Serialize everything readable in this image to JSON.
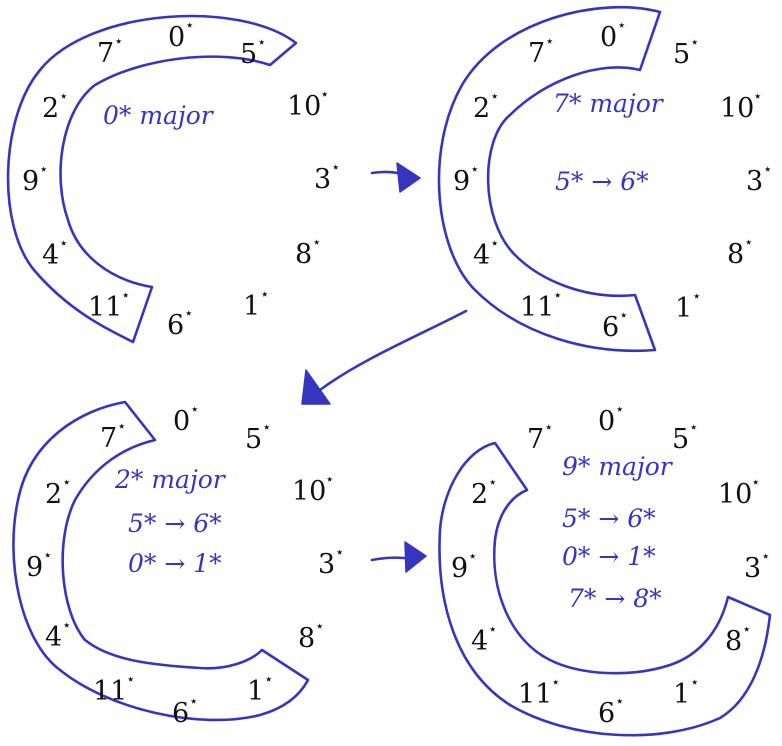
{
  "colors": {
    "ink": "#3535c0",
    "text": "#111111",
    "background": "#ffffff"
  },
  "star_glyph": "⋆",
  "panels": [
    {
      "id": "top-left",
      "numbers": [
        "0",
        "5",
        "10",
        "3",
        "8",
        "1",
        "6",
        "11",
        "4",
        "9",
        "2",
        "7"
      ],
      "notes": [
        "0* major"
      ]
    },
    {
      "id": "top-right",
      "numbers": [
        "0",
        "5",
        "10",
        "3",
        "8",
        "1",
        "6",
        "11",
        "4",
        "9",
        "2",
        "7"
      ],
      "notes": [
        "7* major",
        "5* → 6*"
      ]
    },
    {
      "id": "bottom-left",
      "numbers": [
        "0",
        "5",
        "10",
        "3",
        "8",
        "1",
        "6",
        "11",
        "4",
        "9",
        "2",
        "7"
      ],
      "notes": [
        "2* major",
        "5* → 6*",
        "0* → 1*"
      ]
    },
    {
      "id": "bottom-right",
      "numbers": [
        "0",
        "5",
        "10",
        "3",
        "8",
        "1",
        "6",
        "11",
        "4",
        "9",
        "2",
        "7"
      ],
      "notes": [
        "9* major",
        "5* → 6*",
        "0* → 1*",
        "7* → 8*"
      ]
    }
  ],
  "arrows": [
    {
      "from": "top-left",
      "to": "top-right"
    },
    {
      "from": "top-right",
      "to": "bottom-left"
    },
    {
      "from": "bottom-left",
      "to": "bottom-right"
    }
  ]
}
